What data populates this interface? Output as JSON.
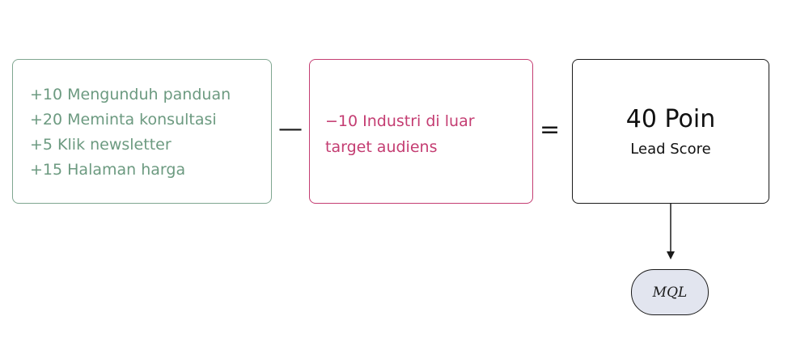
{
  "positive": {
    "items": [
      "+10 Mengunduh panduan",
      "+20 Meminta konsultasi",
      "+5 Klik newsletter",
      "+15 Halaman harga"
    ]
  },
  "negative": {
    "items": [
      "−10 Industri di luar",
      "target audiens"
    ]
  },
  "operators": {
    "minus": "—",
    "equals": "="
  },
  "result": {
    "value": "40 Poin",
    "label": "Lead Score"
  },
  "mql": {
    "label": "MQL"
  },
  "colors": {
    "positive": "#6c9a80",
    "negative": "#c43d72",
    "neutral": "#1a1a1a",
    "mql_fill": "#e2e5ef"
  }
}
